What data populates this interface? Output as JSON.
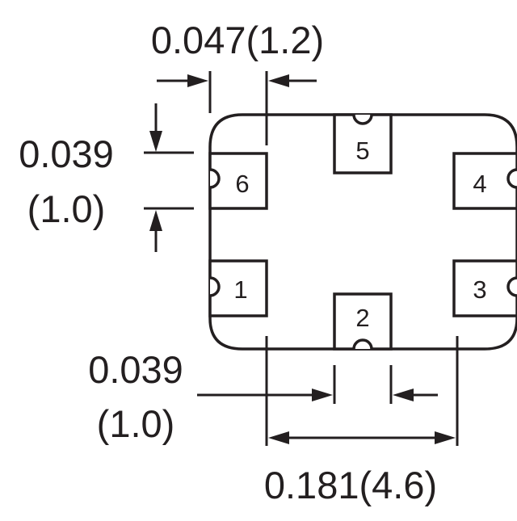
{
  "dimensions": {
    "top_width": "0.047(1.2)",
    "left_height_in": "0.039",
    "left_height_mm": "(1.0)",
    "bottom_gap_in": "0.039",
    "bottom_gap_mm": "(1.0)",
    "bottom_span": "0.181(4.6)"
  },
  "pads": {
    "pad_1": "1",
    "pad_2": "2",
    "pad_3": "3",
    "pad_4": "4",
    "pad_5": "5",
    "pad_6": "6"
  },
  "colors": {
    "ink": "#231f20",
    "background": "#ffffff"
  }
}
